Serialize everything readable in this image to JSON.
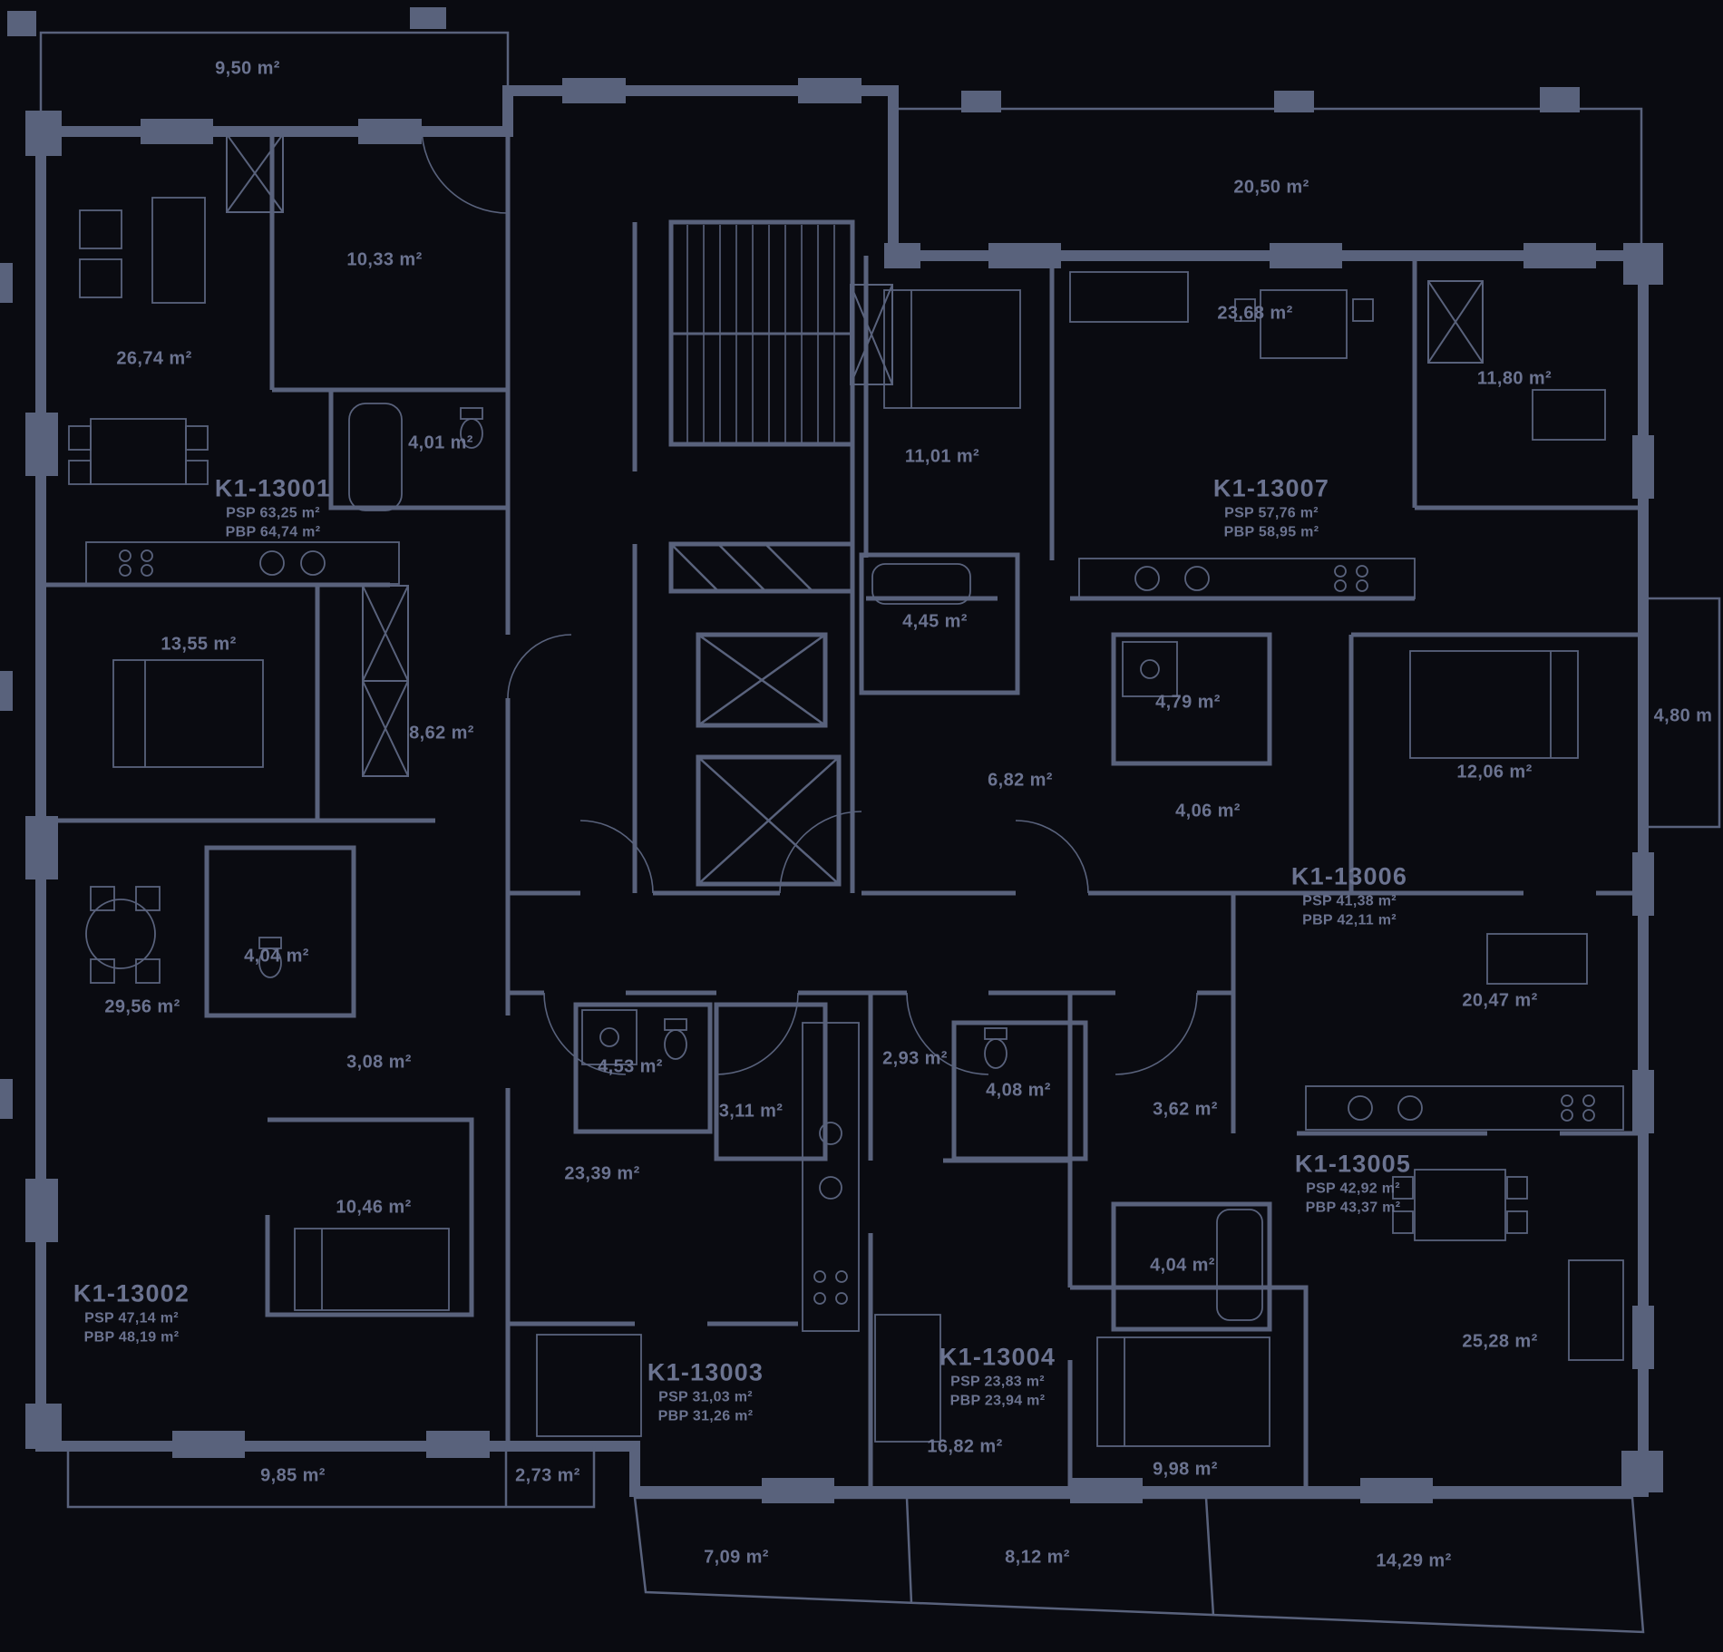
{
  "colors": {
    "background": "#0a0b11",
    "line": "#59627c",
    "text": "#6b7390"
  },
  "apartments": [
    {
      "id": "K1-13001",
      "psp": "PSP 63,25 m²",
      "pbp": "PBP 64,74 m²"
    },
    {
      "id": "K1-13002",
      "psp": "PSP 47,14 m²",
      "pbp": "PBP 48,19 m²"
    },
    {
      "id": "K1-13003",
      "psp": "PSP 31,03 m²",
      "pbp": "PBP 31,26 m²"
    },
    {
      "id": "K1-13004",
      "psp": "PSP 23,83 m²",
      "pbp": "PBP 23,94 m²"
    },
    {
      "id": "K1-13005",
      "psp": "PSP 42,92 m²",
      "pbp": "PBP 43,37 m²"
    },
    {
      "id": "K1-13006",
      "psp": "PSP 41,38 m²",
      "pbp": "PBP 42,11 m²"
    },
    {
      "id": "K1-13007",
      "psp": "PSP 57,76 m²",
      "pbp": "PBP 58,95 m²"
    }
  ],
  "rooms": [
    {
      "label": "9,50 m²"
    },
    {
      "label": "10,33 m²"
    },
    {
      "label": "26,74 m²"
    },
    {
      "label": "4,01 m²"
    },
    {
      "label": "20,50 m²"
    },
    {
      "label": "23,68 m²"
    },
    {
      "label": "11,80 m²"
    },
    {
      "label": "11,01 m²"
    },
    {
      "label": "4,45 m²"
    },
    {
      "label": "13,55 m²"
    },
    {
      "label": "8,62 m²"
    },
    {
      "label": "4,79 m²"
    },
    {
      "label": "6,82 m²"
    },
    {
      "label": "4,06 m²"
    },
    {
      "label": "12,06 m²"
    },
    {
      "label": "4,80 m"
    },
    {
      "label": "4,04 m²"
    },
    {
      "label": "29,56 m²"
    },
    {
      "label": "20,47 m²"
    },
    {
      "label": "3,08 m²"
    },
    {
      "label": "4,53 m²"
    },
    {
      "label": "3,11 m²"
    },
    {
      "label": "2,93 m²"
    },
    {
      "label": "4,08 m²"
    },
    {
      "label": "3,62 m²"
    },
    {
      "label": "23,39 m²"
    },
    {
      "label": "10,46 m²"
    },
    {
      "label": "4,04 m²"
    },
    {
      "label": "25,28 m²"
    },
    {
      "label": "16,82 m²"
    },
    {
      "label": "9,98 m²"
    },
    {
      "label": "9,85 m²"
    },
    {
      "label": "2,73 m²"
    },
    {
      "label": "7,09 m²"
    },
    {
      "label": "8,12 m²"
    },
    {
      "label": "14,29 m²"
    }
  ]
}
